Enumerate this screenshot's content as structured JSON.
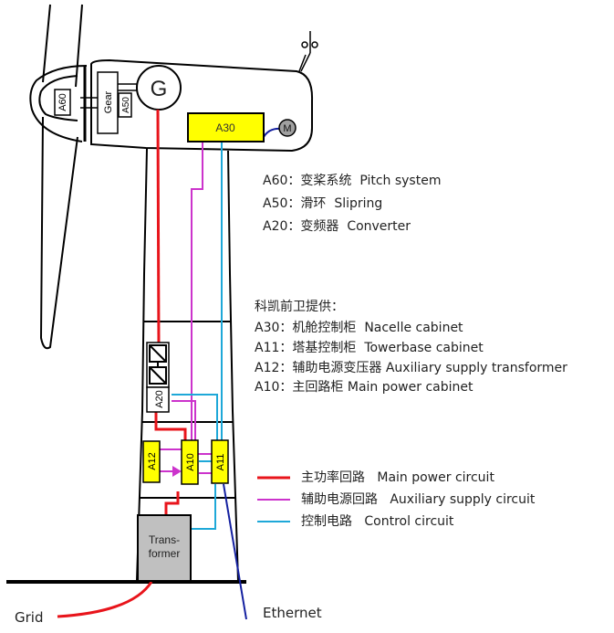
{
  "nacelle": {
    "generator_label": "G",
    "gear_label": "Gear",
    "pitch_label": "A60",
    "slipring_label": "A50",
    "nacelle_cabinet_label": "A30",
    "motor_label": "M"
  },
  "tower": {
    "converter_label": "A20",
    "aux_transformer_label": "A12",
    "main_cabinet_label": "A10",
    "towerbase_cabinet_label": "A11",
    "transformer_label_1": "Trans-",
    "transformer_label_2": "former",
    "grid_label": "Grid",
    "ethernet_label": "Ethernet"
  },
  "legend_components": [
    {
      "code": "A60：",
      "cn": "变桨系统",
      "en": "Pitch system"
    },
    {
      "code": "A50：",
      "cn": "滑环",
      "en": "Slipring"
    },
    {
      "code": "A20：",
      "cn": "变频器",
      "en": "Converter"
    }
  ],
  "supplier": {
    "heading": "科凯前卫提供：",
    "items": [
      {
        "code": "A30：",
        "cn": "机舱控制柜",
        "en": "Nacelle cabinet"
      },
      {
        "code": "A11：",
        "cn": "塔基控制柜",
        "en": "Towerbase cabinet"
      },
      {
        "code": "A12：",
        "cn": "辅助电源变压器",
        "en": "Auxiliary supply transformer"
      },
      {
        "code": "A10：",
        "cn": "主回路柜",
        "en": "Main power cabinet"
      }
    ]
  },
  "circuit_legend": [
    {
      "cn": "主功率回路",
      "en": "Main power circuit",
      "color": "#e8141b"
    },
    {
      "cn": "辅助电源回路",
      "en": "Auxiliary supply circuit",
      "color": "#cc33cc"
    },
    {
      "cn": "控制电路",
      "en": "Control circuit",
      "color": "#1ea8d8"
    }
  ],
  "colors": {
    "main_power": "#e8141b",
    "aux_supply": "#cc33cc",
    "control": "#1ea8d8",
    "ethernet": "#1420a0",
    "cabinet_fill": "#ffff00",
    "transformer_fill": "#c0c0c0"
  }
}
